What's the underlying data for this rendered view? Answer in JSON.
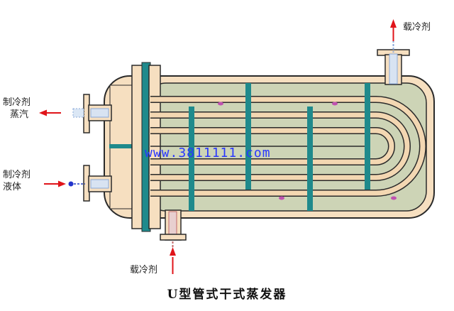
{
  "labels": {
    "refrigerant_vapor_line1": "制冷剂",
    "refrigerant_vapor_line2": "蒸汽",
    "refrigerant_liquid_line1": "制冷剂",
    "refrigerant_liquid_line2": "液体",
    "coolant_out": "载冷剂",
    "coolant_in": "载冷剂"
  },
  "watermark": "www.3811111.com",
  "caption": "U型管式干式蒸发器",
  "colors": {
    "shell_fill": "#f6dfc0",
    "shell_stroke": "#2a2a2a",
    "inner_fill": "#cdd4b6",
    "tube_fill": "#f3d7b2",
    "baffle": "#1f8a8c",
    "arrow_red": "#e0141a",
    "nozzle_blue": "#8aa8d8",
    "watermark": "#2a38ff"
  },
  "icons": [
    "arrow-left-icon",
    "arrow-up-icon",
    "arrow-right-icon"
  ]
}
